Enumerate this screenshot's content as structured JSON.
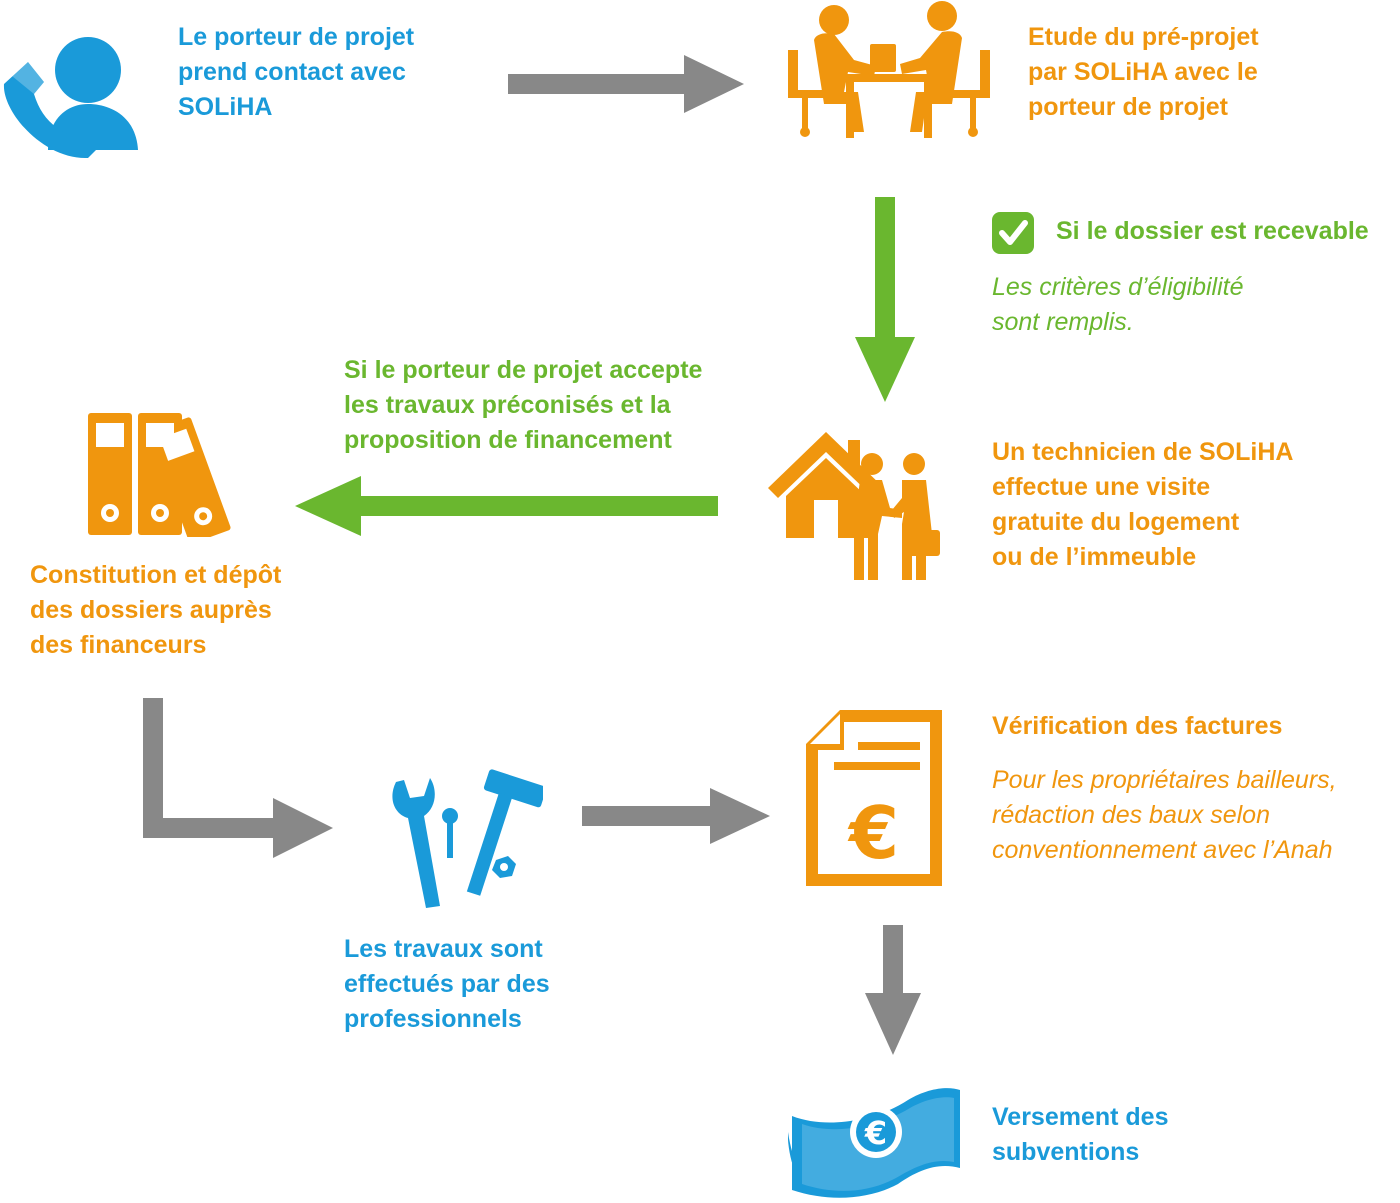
{
  "colors": {
    "blue": "#1a9ad9",
    "orange": "#f0960e",
    "green": "#6ab72f",
    "gray": "#888888"
  },
  "steps": {
    "contact": {
      "icon": "phone-user-icon",
      "lines": [
        "Le porteur de projet",
        "prend contact avec",
        "SOLiHA"
      ]
    },
    "study": {
      "icon": "meeting-icon",
      "lines": [
        "Etude du pré-projet",
        "par SOLiHA avec le",
        "porteur de projet"
      ]
    },
    "condition": {
      "icon": "checkmark-icon",
      "title": "Si le dossier est recevable",
      "notes": [
        "Les critères d’éligibilité",
        "sont remplis."
      ]
    },
    "visit": {
      "icon": "house-visit-icon",
      "lines": [
        "Un technicien de SOLiHA",
        "effectue une visite",
        "gratuite du logement",
        "ou de l’immeuble"
      ]
    },
    "accept": {
      "lines": [
        "Si le porteur de projet accepte",
        "les travaux préconisés et la",
        "proposition de financement"
      ]
    },
    "filing": {
      "icon": "binders-icon",
      "lines": [
        "Constitution et dépôt",
        "des dossiers auprès",
        "des financeurs"
      ]
    },
    "works": {
      "icon": "tools-icon",
      "lines": [
        "Les travaux sont",
        "effectués par des",
        "professionnels"
      ]
    },
    "verification": {
      "icon": "invoice-euro-icon",
      "title": "Vérification des factures",
      "notes": [
        "Pour les propriétaires bailleurs,",
        "rédaction des baux selon",
        "conventionnement avec l’Anah"
      ]
    },
    "payment": {
      "icon": "euro-banknote-icon",
      "lines": [
        "Versement des",
        "subventions"
      ]
    }
  }
}
